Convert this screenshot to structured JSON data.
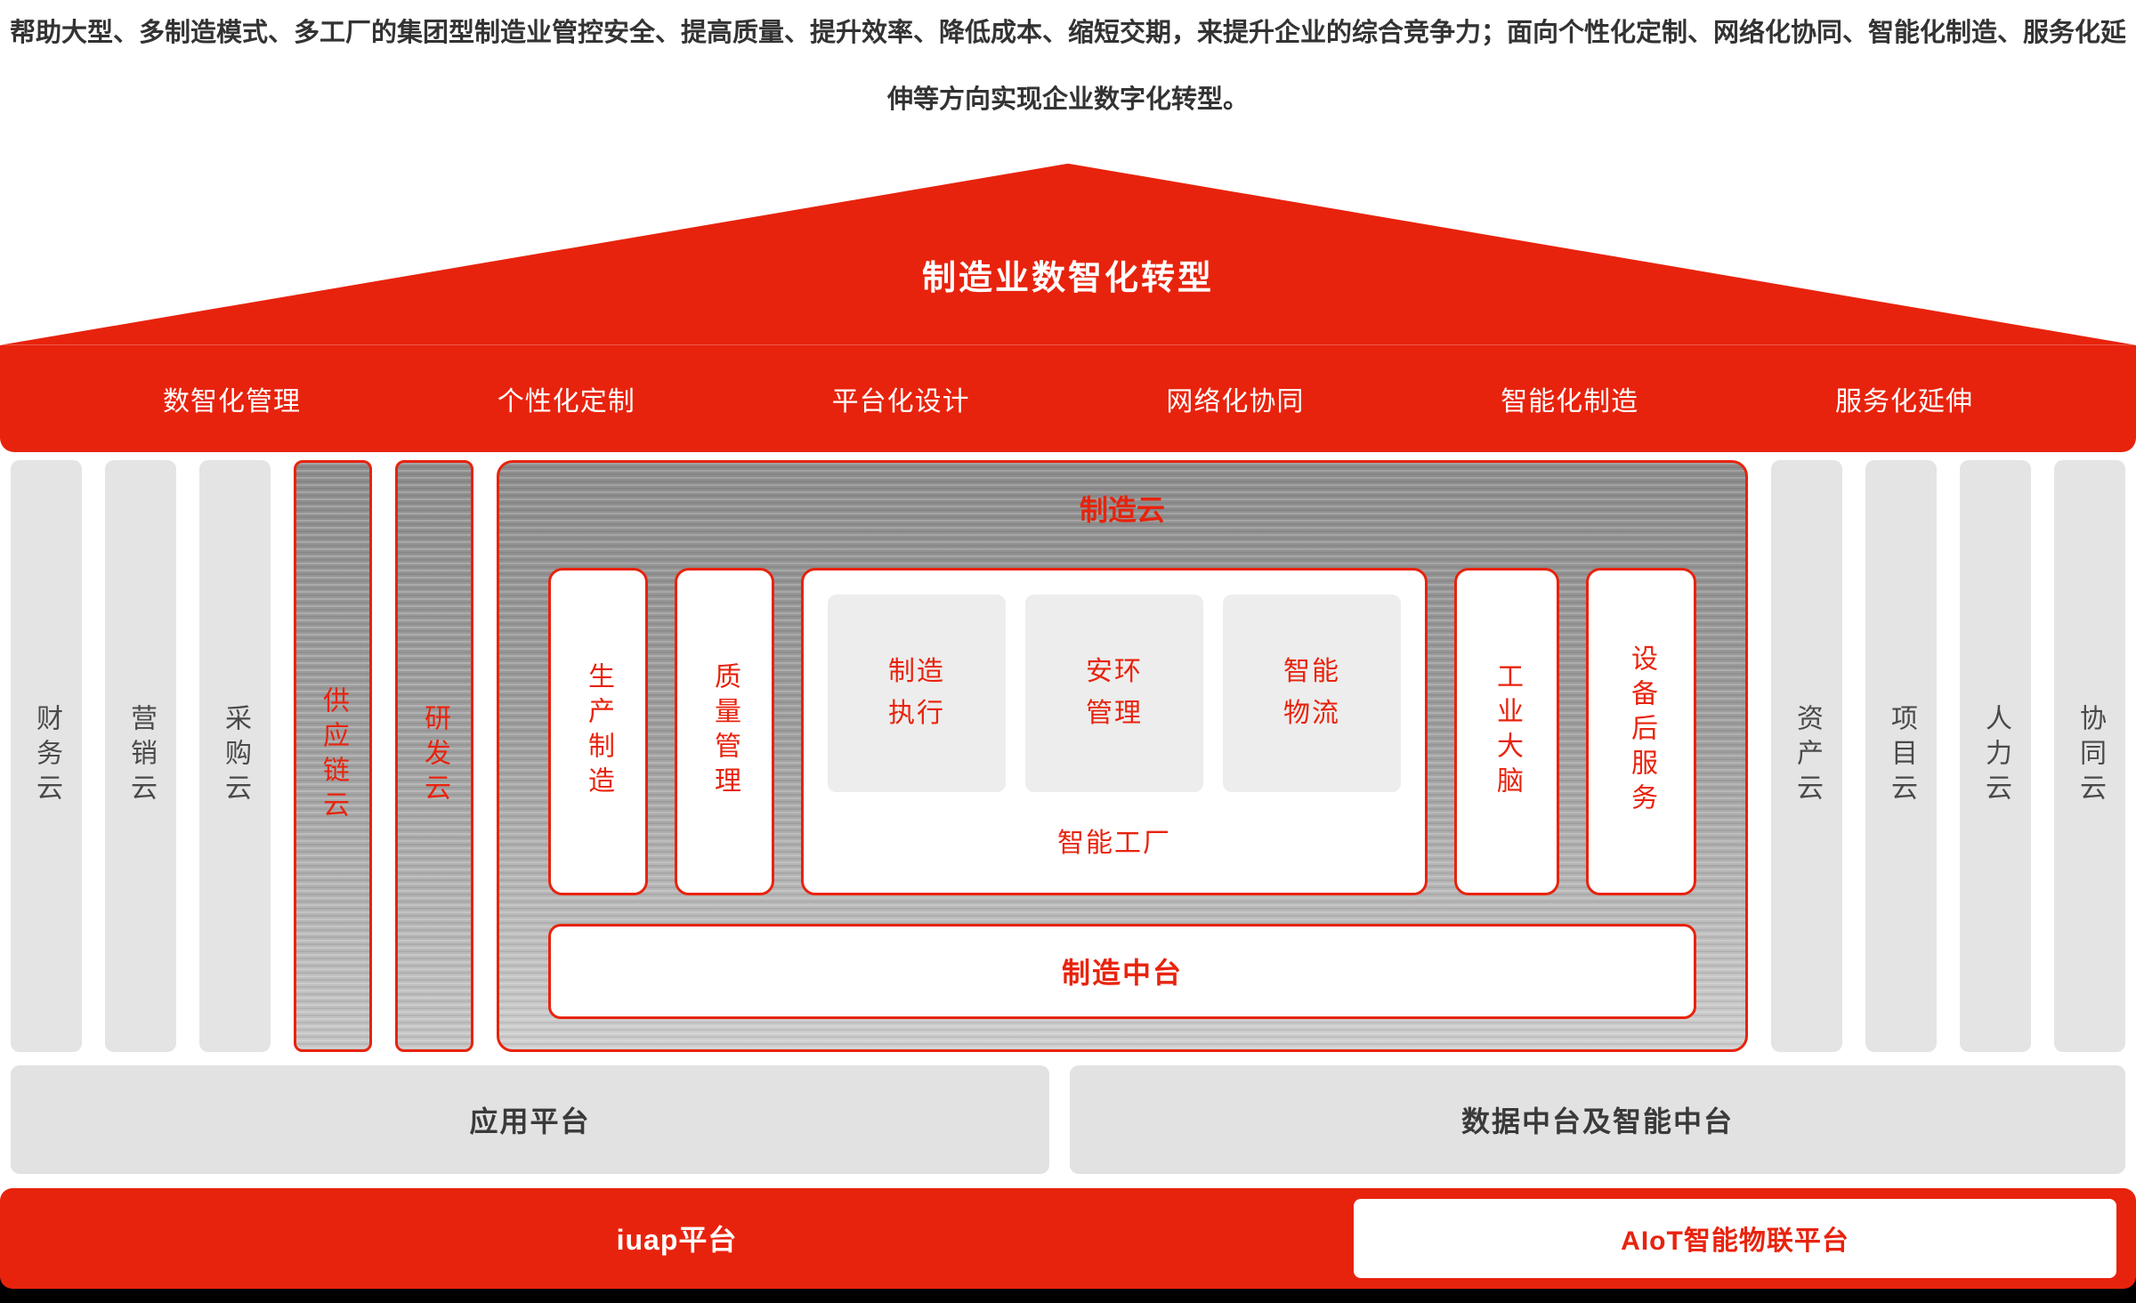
{
  "colors": {
    "red": "#e8230d",
    "panel_gray": "#9e9e9e",
    "pillar_gray": "#e4e4e4",
    "bar_gray": "#e2e2e2",
    "inner_cell_gray": "#ededed",
    "footer_black": "#000000",
    "text_dark": "#3a3a3a"
  },
  "intro": {
    "text": "帮助大型、多制造模式、多工厂的集团型制造业管控安全、提高质量、提升效率、降低成本、缩短交期，来提升企业的综合竞争力；面向个性化定制、网络化协同、智能化制造、服务化延伸等方向实现企业数字化转型。"
  },
  "roof": {
    "title": "制造业数智化转型"
  },
  "band": {
    "items": [
      "数智化管理",
      "个性化定制",
      "平台化设计",
      "网络化协同",
      "智能化制造",
      "服务化延伸"
    ]
  },
  "pillars": {
    "left": [
      "财务云",
      "营销云",
      "采购云"
    ],
    "highlight": [
      "供应链云",
      "研发云"
    ],
    "right": [
      "资产云",
      "项目云",
      "人力云",
      "协同云"
    ]
  },
  "mfg": {
    "title": "制造云",
    "boxes_left": [
      "生产制造",
      "质量管理"
    ],
    "smart_factory": {
      "items": [
        "制造\n执行",
        "安环\n管理",
        "智能\n物流"
      ],
      "label": "智能工厂"
    },
    "boxes_right": [
      "工业大脑",
      "设备后服务"
    ],
    "midplatform": "制造中台"
  },
  "platform_bars": {
    "left": "应用平台",
    "right": "数据中台及智能中台"
  },
  "footer": {
    "iuap": "iuap平台",
    "aiot": "AIoT智能物联平台"
  }
}
